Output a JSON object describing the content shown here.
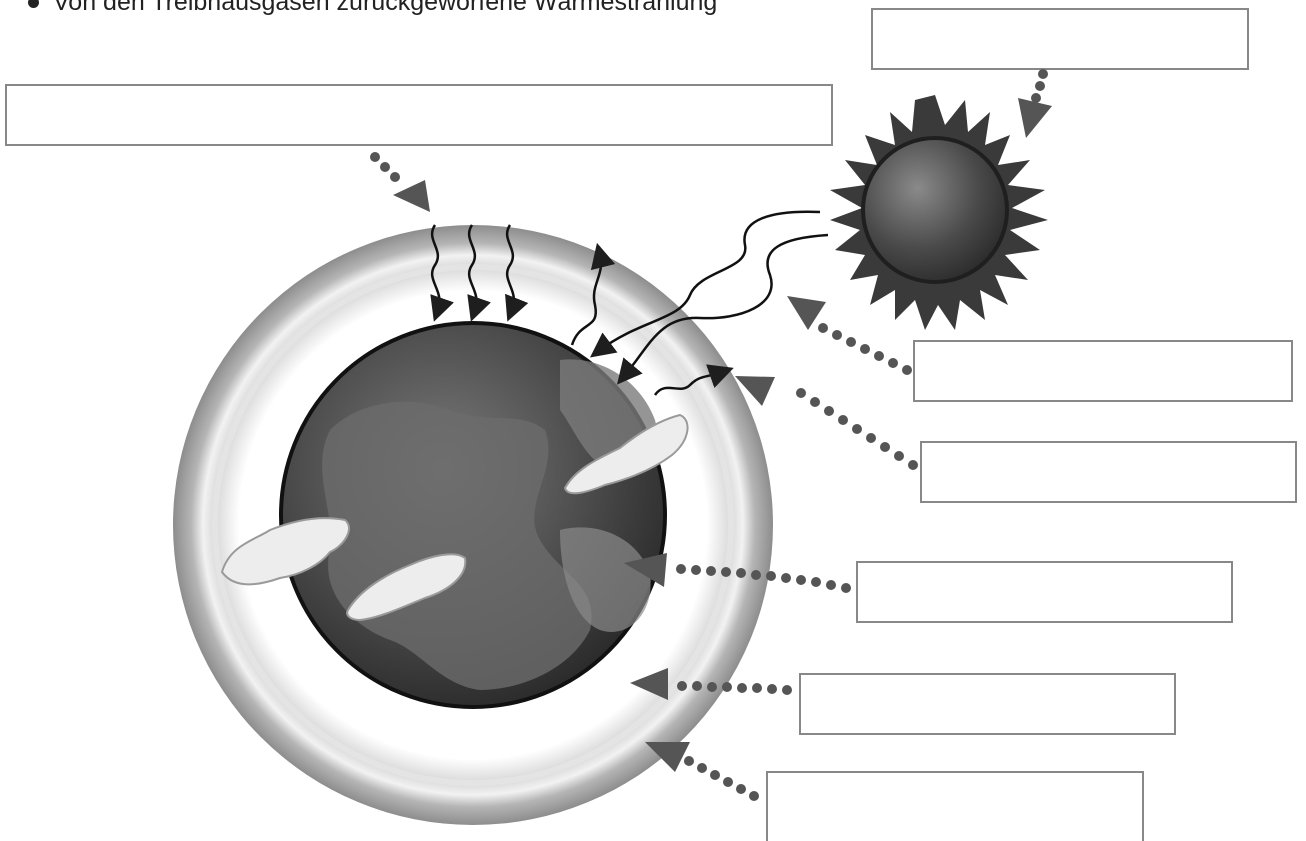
{
  "instruction": {
    "text": "Von den Treibhausgasen zurückgeworfene Wärmestrahlung"
  },
  "label_boxes": [
    {
      "id": "box-sun",
      "text": ""
    },
    {
      "id": "box-greenhouse-gases",
      "text": ""
    },
    {
      "id": "box-incoming-radiation",
      "text": ""
    },
    {
      "id": "box-reflected-radiation",
      "text": ""
    },
    {
      "id": "box-earth-surface",
      "text": ""
    },
    {
      "id": "box-atmosphere",
      "text": ""
    },
    {
      "id": "box-outer-atmosphere",
      "text": ""
    }
  ],
  "colors": {
    "box_border": "#888888",
    "dots": "#555555",
    "arrow_head": "#555555",
    "earth_dark": "#3c3c3c",
    "earth_mid": "#5e5e5e",
    "cloud": "#e8e8e8",
    "atmosphere_ring": "#bdbdbd",
    "sun_fill": "#4a4a4a"
  },
  "icons": {
    "bullet": "filled-circle",
    "pointer": "dotted-arrow"
  }
}
